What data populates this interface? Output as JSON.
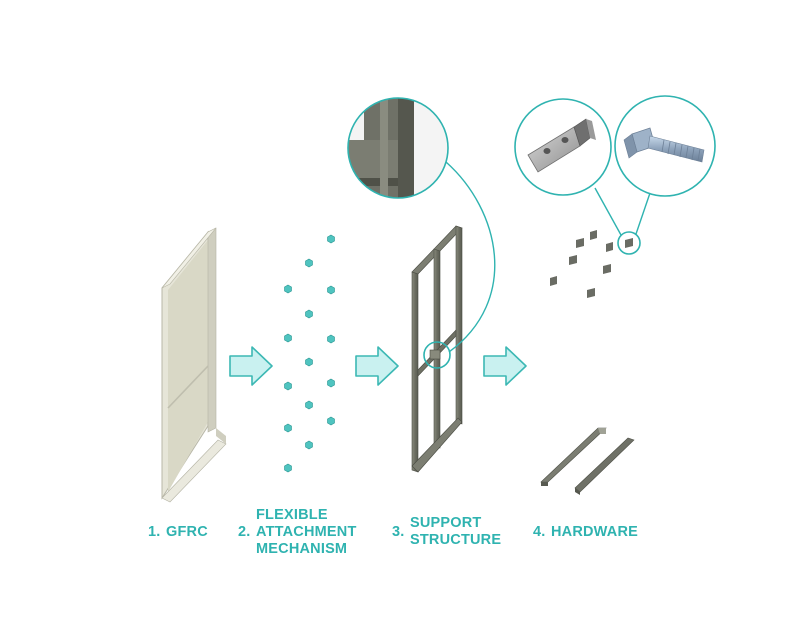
{
  "stages": [
    {
      "number": "1.",
      "lines": [
        "GFRC"
      ]
    },
    {
      "number": "2.",
      "lines": [
        "FLEXIBLE",
        "ATTACHMENT",
        "MECHANISM"
      ]
    },
    {
      "number": "3.",
      "lines": [
        "SUPPORT",
        "STRUCTURE"
      ]
    },
    {
      "number": "4.",
      "lines": [
        "HARDWARE"
      ]
    }
  ],
  "colors": {
    "accent": "#2fb3b0",
    "arrow_fill": "#c9f1f0",
    "arrow_stroke": "#3cb8b4",
    "steel": "#6e7064",
    "panel": "#e4e3d6"
  },
  "icons": [
    "arrow-right-icon",
    "clip-icon",
    "bracket-icon",
    "bolt-icon",
    "magnifier-callout-icon"
  ]
}
